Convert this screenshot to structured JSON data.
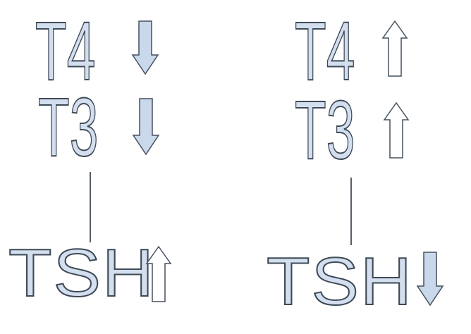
{
  "colors": {
    "letter_fill": "#d3dfee",
    "letter_stroke": "#3f4a57",
    "arrow_filled": "#c9d8ea",
    "arrow_outline": "#ffffff",
    "arrow_stroke": "#46515e",
    "connector": "#555d66"
  },
  "left_panel": {
    "t4": {
      "label": "T4",
      "arrow": "down-arrow-filled"
    },
    "t3": {
      "label": "T3",
      "arrow": "down-arrow-filled"
    },
    "tsh": {
      "label": "TSH",
      "arrow": "up-arrow-outline"
    }
  },
  "right_panel": {
    "t4": {
      "label": "T4",
      "arrow": "up-arrow-outline"
    },
    "t3": {
      "label": "T3",
      "arrow": "up-arrow-outline"
    },
    "tsh": {
      "label": "TSH",
      "arrow": "down-arrow-filled"
    }
  }
}
